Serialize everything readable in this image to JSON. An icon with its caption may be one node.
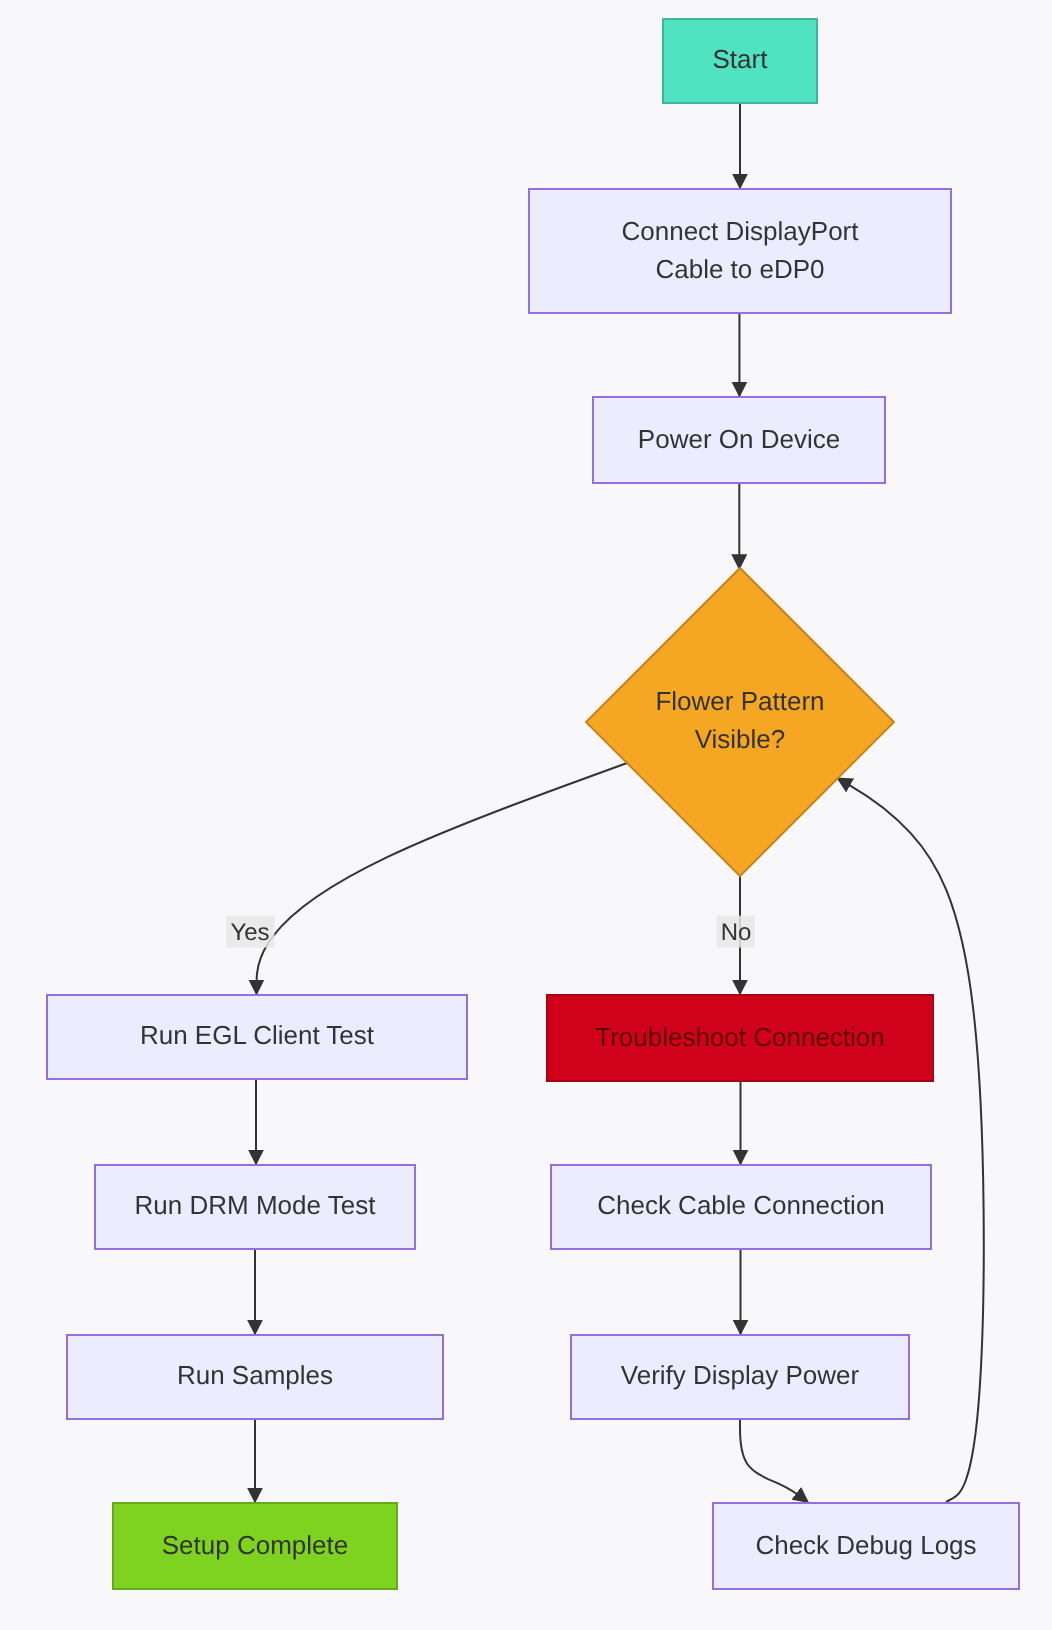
{
  "diagram": {
    "nodes": [
      {
        "text": [
          "Start"
        ]
      },
      {
        "text": [
          "Connect DisplayPort Cable to eDP0"
        ]
      },
      {
        "text": [
          "Power On Device"
        ]
      },
      {
        "text": [
          "Flower Pattern Visible?"
        ]
      },
      {
        "text": [
          "Run EGL Client Test"
        ]
      },
      {
        "text": [
          "Troubleshoot Connection"
        ]
      },
      {
        "text": [
          "Run DRM Mode Test"
        ]
      },
      {
        "text": [
          "Check Cable Connection"
        ]
      },
      {
        "text": [
          "Run Samples"
        ]
      },
      {
        "text": [
          "Verify Display Power"
        ]
      },
      {
        "text": [
          "Setup Complete"
        ]
      },
      {
        "text": [
          "Check Debug Logs"
        ]
      }
    ],
    "edges": [
      {
        "from": 0,
        "to": 1,
        "arrow": "to"
      },
      {
        "from": 1,
        "to": 2,
        "arrow": "to"
      },
      {
        "from": 2,
        "to": 3,
        "arrow": "to"
      },
      {
        "from": 3,
        "to": 4,
        "label": "Yes",
        "arrow": "to"
      },
      {
        "from": 3,
        "to": 5,
        "label": "No",
        "arrow": "to"
      },
      {
        "from": 4,
        "to": 6,
        "arrow": "to"
      },
      {
        "from": 6,
        "to": 8,
        "arrow": "to"
      },
      {
        "from": 8,
        "to": 10,
        "arrow": "to"
      },
      {
        "from": 5,
        "to": 7,
        "arrow": "to"
      },
      {
        "from": 7,
        "to": 9,
        "arrow": "to"
      },
      {
        "from": 9,
        "to": 11,
        "arrow": "to"
      },
      {
        "from": 11,
        "to": 3,
        "arrow": "to"
      }
    ]
  }
}
